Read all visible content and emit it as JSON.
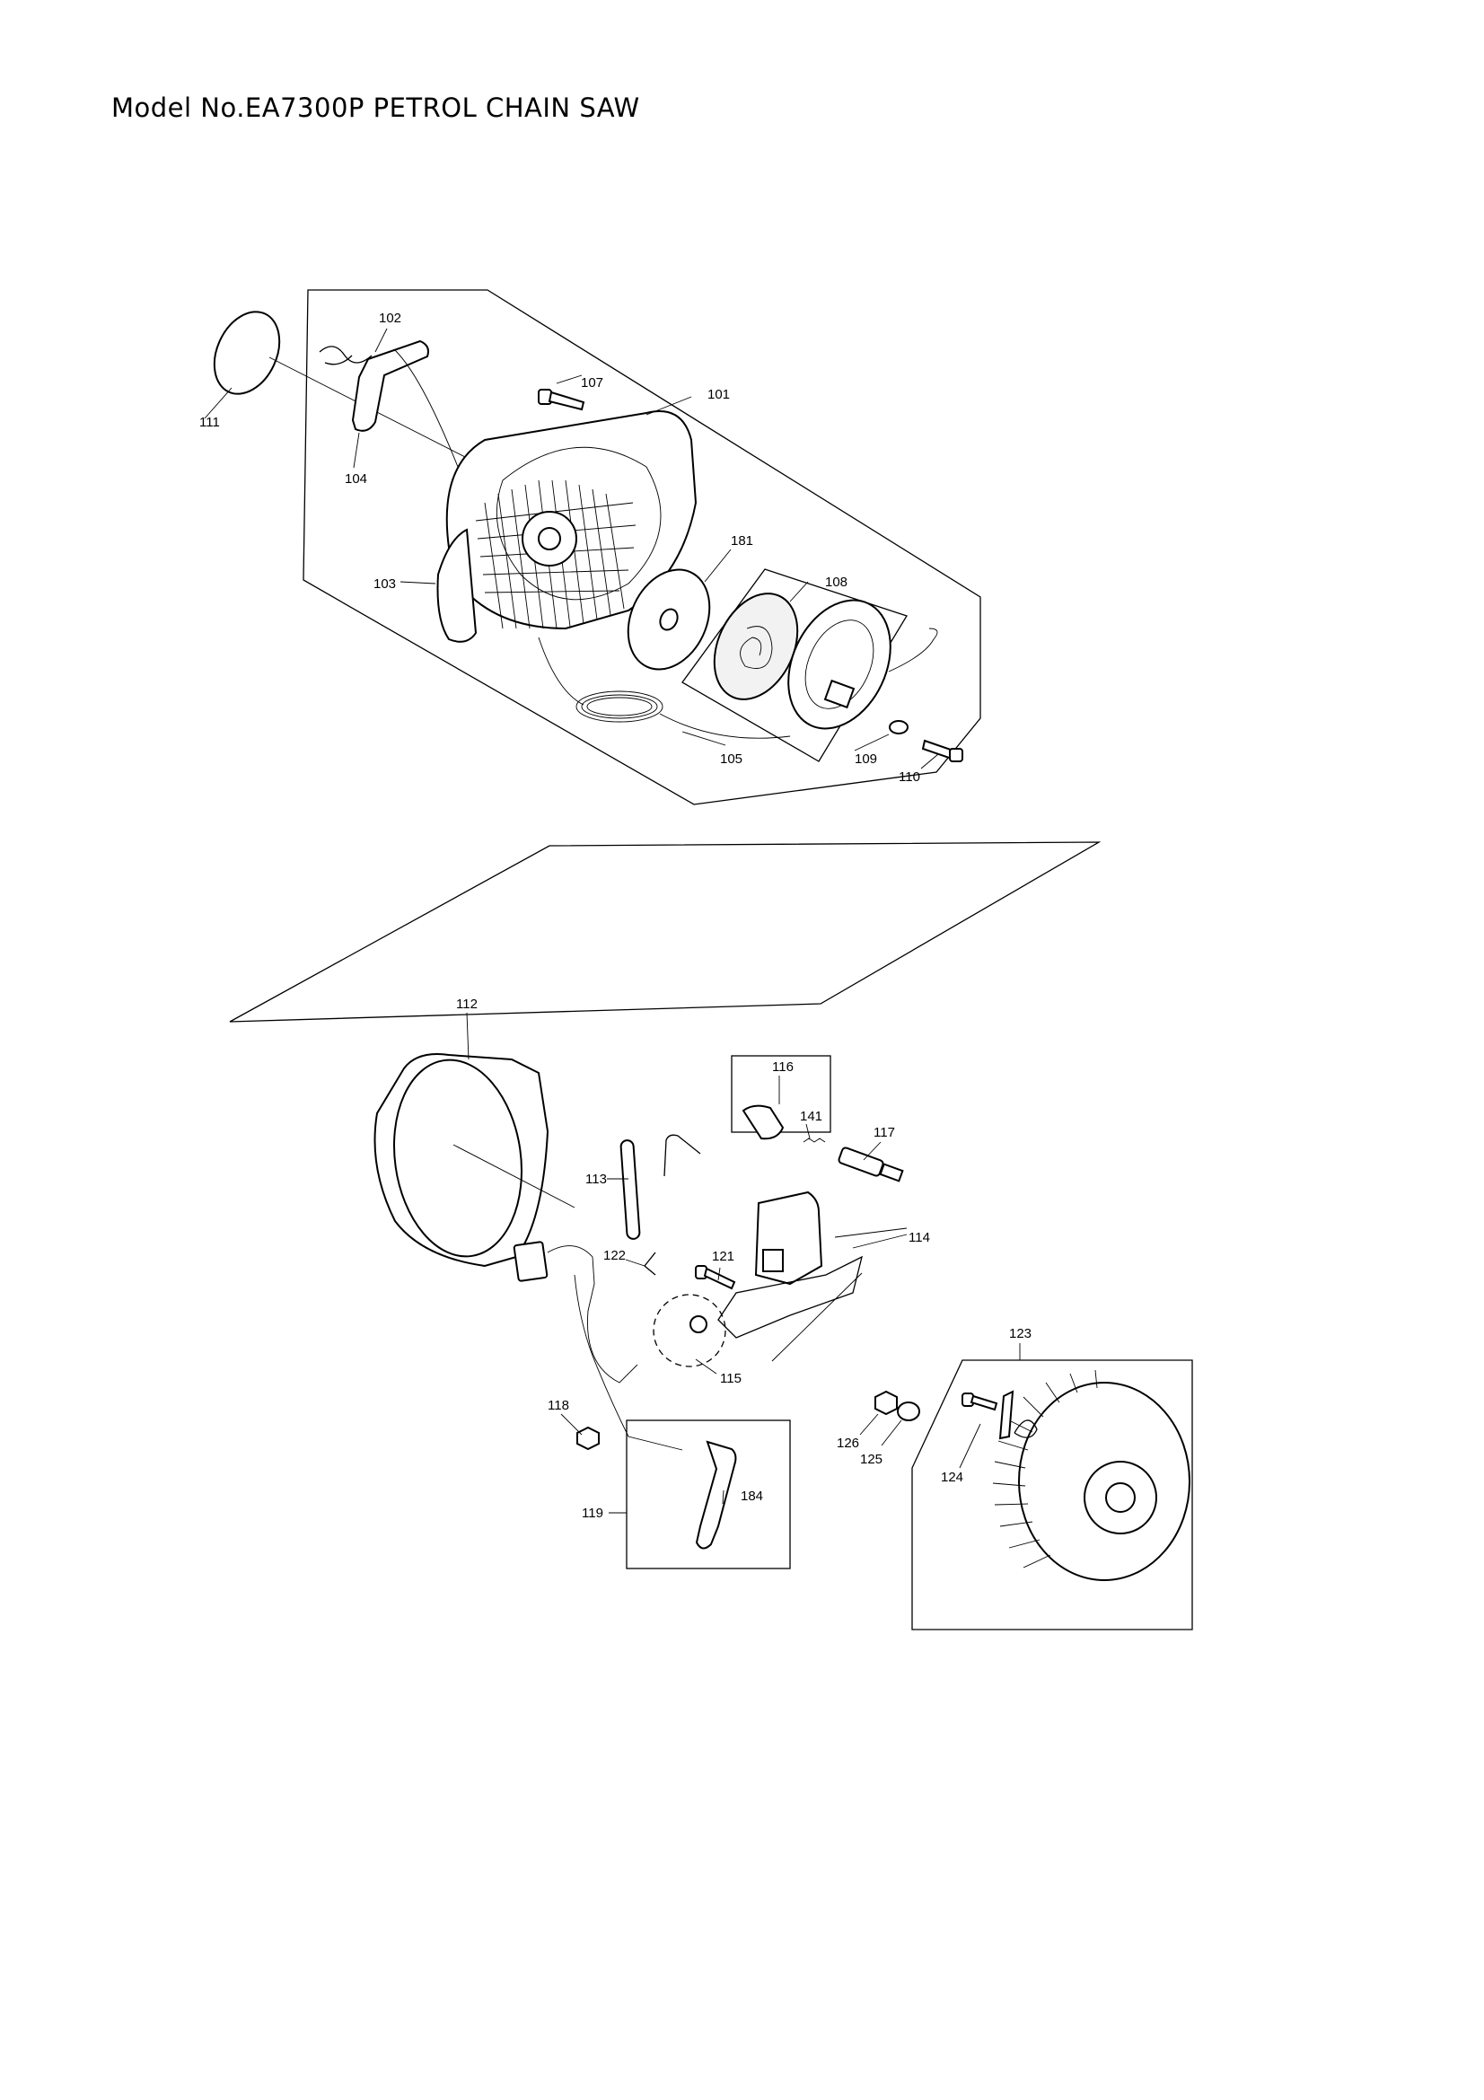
{
  "header": {
    "title": "Model No.EA7300P PETROL CHAIN SAW"
  },
  "callouts": [
    {
      "id": "c101",
      "label": "101"
    },
    {
      "id": "c102",
      "label": "102"
    },
    {
      "id": "c103",
      "label": "103"
    },
    {
      "id": "c104",
      "label": "104"
    },
    {
      "id": "c105",
      "label": "105"
    },
    {
      "id": "c107",
      "label": "107"
    },
    {
      "id": "c108",
      "label": "108"
    },
    {
      "id": "c109",
      "label": "109"
    },
    {
      "id": "c110",
      "label": "110"
    },
    {
      "id": "c111",
      "label": "111"
    },
    {
      "id": "c181",
      "label": "181"
    },
    {
      "id": "c112",
      "label": "112"
    },
    {
      "id": "c113",
      "label": "113"
    },
    {
      "id": "c114",
      "label": "114"
    },
    {
      "id": "c115",
      "label": "115"
    },
    {
      "id": "c116",
      "label": "116"
    },
    {
      "id": "c117",
      "label": "117"
    },
    {
      "id": "c118",
      "label": "118"
    },
    {
      "id": "c119",
      "label": "119"
    },
    {
      "id": "c121",
      "label": "121"
    },
    {
      "id": "c122",
      "label": "122"
    },
    {
      "id": "c123",
      "label": "123"
    },
    {
      "id": "c124",
      "label": "124"
    },
    {
      "id": "c125",
      "label": "125"
    },
    {
      "id": "c126",
      "label": "126"
    },
    {
      "id": "c141",
      "label": "141"
    },
    {
      "id": "c184",
      "label": "184"
    }
  ]
}
